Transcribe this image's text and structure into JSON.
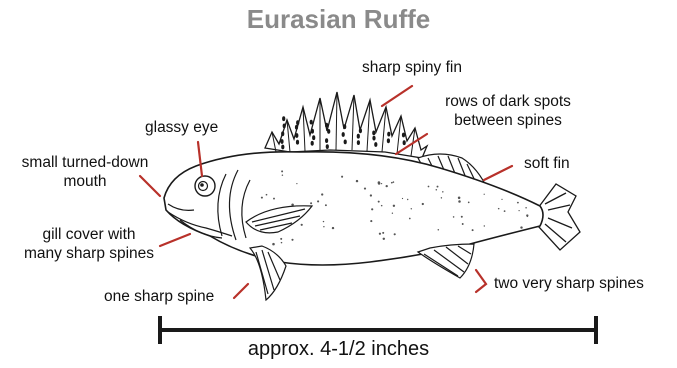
{
  "title": "Eurasian Ruffe",
  "labels": {
    "sharp_spiny_fin": "sharp spiny fin",
    "rows_of_spots_line1": "rows of dark spots",
    "rows_of_spots_line2": "between spines",
    "glassy_eye": "glassy eye",
    "mouth_line1": "small turned-down",
    "mouth_line2": "mouth",
    "soft_fin": "soft fin",
    "gill_line1": "gill cover with",
    "gill_line2": "many sharp spines",
    "one_spine": "one sharp spine",
    "two_spines": "two very sharp spines"
  },
  "scale_label": "approx. 4-1/2 inches",
  "colors": {
    "title": "#8a8a8a",
    "pointer": "#b8312a",
    "outline": "#1a1a1a"
  }
}
